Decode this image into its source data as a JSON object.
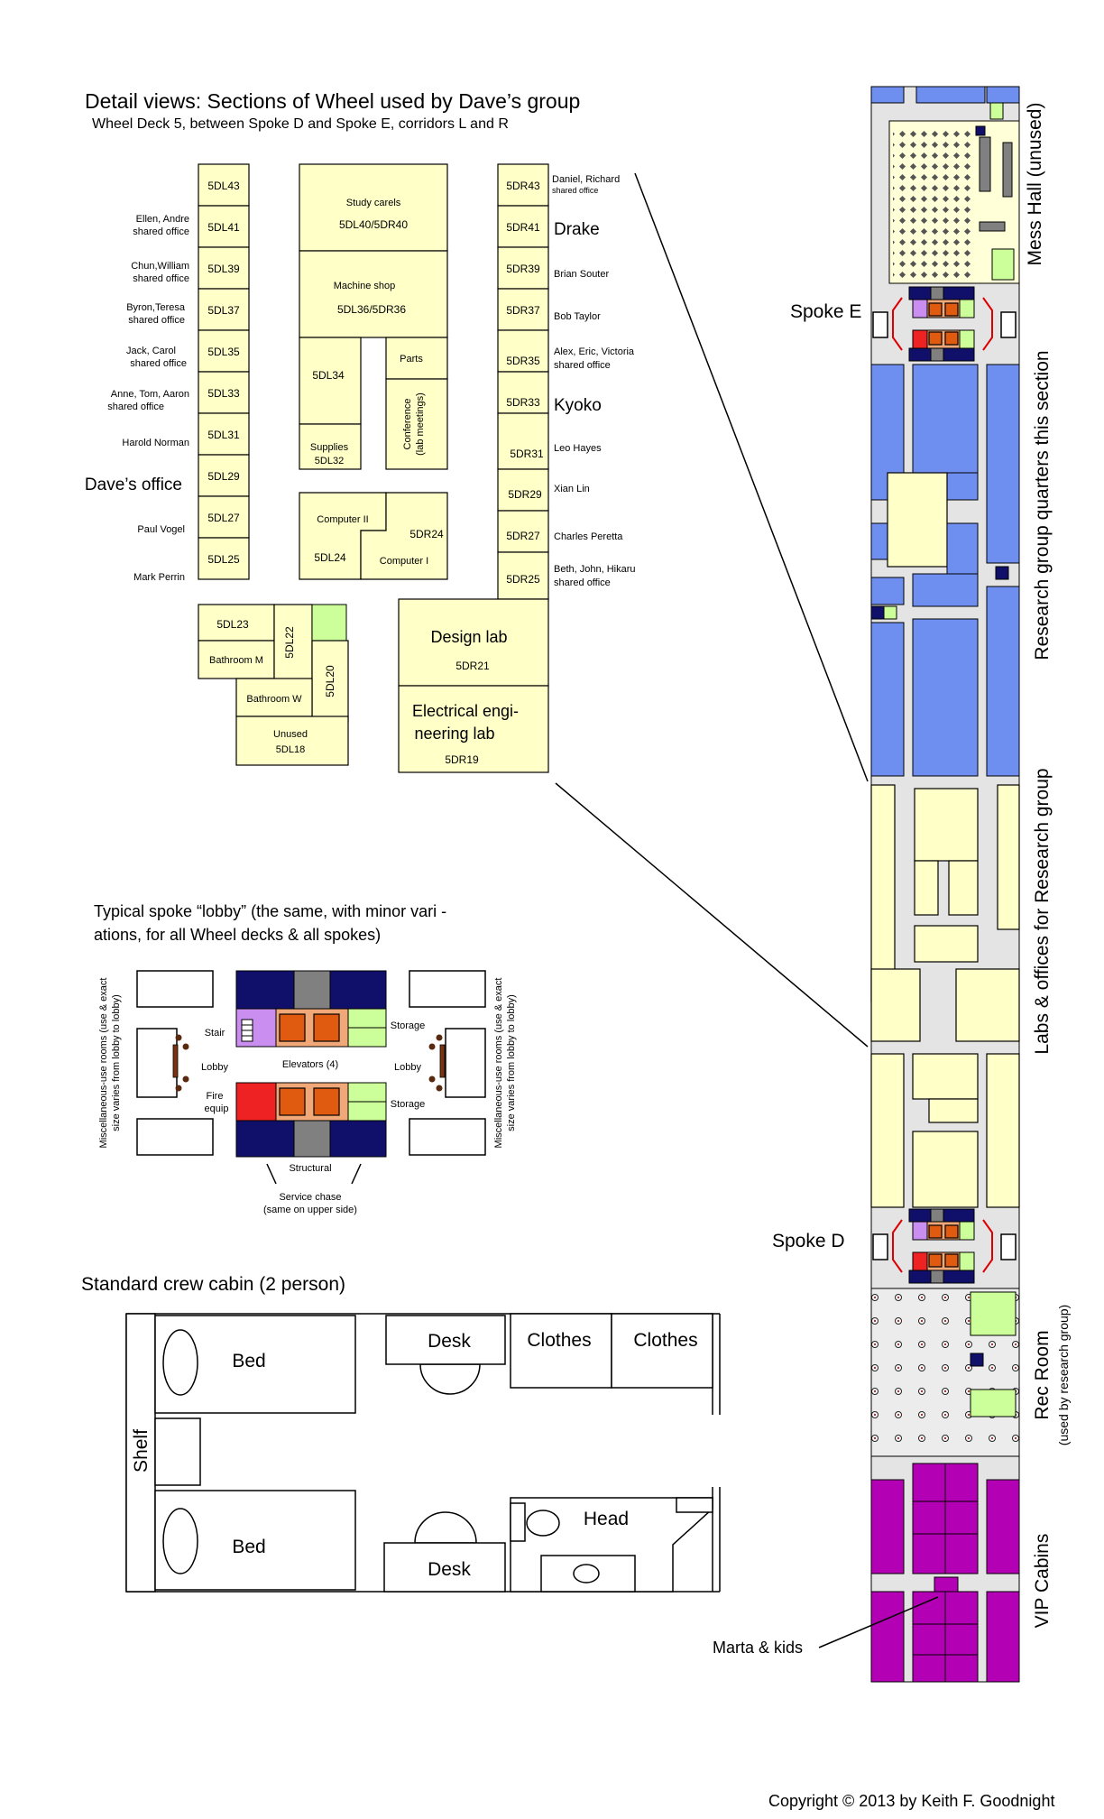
{
  "detail": {
    "title": "Detail views: Sections of Wheel used by Dave’s group",
    "subtitle": "Wheel Deck 5, between Spoke D and Spoke E, corridors L and R",
    "left_rooms": [
      "5DL43",
      "5DL41",
      "5DL39",
      "5DL37",
      "5DL35",
      "5DL33",
      "5DL31",
      "5DL29",
      "5DL27",
      "5DL25"
    ],
    "left_occupants": [
      {
        "l1": "",
        "l2": ""
      },
      {
        "l1": "Ellen, Andre",
        "l2": "shared office"
      },
      {
        "l1": "Chun,William",
        "l2": "shared office"
      },
      {
        "l1": "Byron,Teresa",
        "l2": "shared office"
      },
      {
        "l1": "Jack, Carol",
        "l2": "shared office"
      },
      {
        "l1": "Anne, Tom, Aaron",
        "l2": "shared office"
      },
      {
        "l1": "Harold Norman",
        "l2": ""
      },
      {
        "l1": "Dave’s office",
        "l2": ""
      },
      {
        "l1": "Paul Vogel",
        "l2": ""
      },
      {
        "l1": "Mark Perrin",
        "l2": ""
      }
    ],
    "right_rooms": [
      "5DR43",
      "5DR41",
      "5DR39",
      "5DR37",
      "5DR35",
      "5DR33",
      "5DR31",
      "5DR29",
      "5DR27",
      "5DR25"
    ],
    "right_occupants": [
      {
        "l1": "Daniel, Richard",
        "l2": "shared office"
      },
      {
        "l1": "Drake",
        "l2": ""
      },
      {
        "l1": "Brian Souter",
        "l2": ""
      },
      {
        "l1": "Bob Taylor",
        "l2": ""
      },
      {
        "l1": "Alex, Eric, Victoria",
        "l2": "shared office"
      },
      {
        "l1": "Kyoko",
        "l2": ""
      },
      {
        "l1": "Leo Hayes",
        "l2": ""
      },
      {
        "l1": "Xian Lin",
        "l2": ""
      },
      {
        "l1": "Charles Peretta",
        "l2": ""
      },
      {
        "l1": "Beth, John, Hikaru",
        "l2": "shared office"
      }
    ],
    "study_carels": "Study carels",
    "study_carels_num": "5DL40/5DR40",
    "machine_shop": "Machine shop",
    "machine_shop_num": "5DL36/5DR36",
    "r5DL34": "5DL34",
    "parts": "Parts",
    "conference_l1": "Conference",
    "conference_l2": "(lab meetings)",
    "supplies": "Supplies",
    "supplies_num": "5DL32",
    "computer2": "Computer II",
    "computer1": "Computer I",
    "r5DL24": "5DL24",
    "r5DR24": "5DR24",
    "r5DL23": "5DL23",
    "r5DL22": "5DL22",
    "r5DL20": "5DL20",
    "bathroom_m": "Bathroom M",
    "bathroom_w": "Bathroom W",
    "unused": "Unused",
    "unused_num": "5DL18",
    "design_lab": "Design lab",
    "design_lab_num": "5DR21",
    "elec_l1": "Electrical engi-",
    "elec_l2": "neering lab",
    "elec_num": "5DR19"
  },
  "lobby": {
    "title_l1": "Typical spoke “lobby” (the same, with minor vari  -",
    "title_l2": "ations, for all Wheel decks & all spokes)",
    "stair": "Stair",
    "lobby_left": "Lobby",
    "lobby_right": "Lobby",
    "elevators": "Elevators (4)",
    "fire_l1": "Fire",
    "fire_l2": "equip",
    "storage_top": "Storage",
    "storage_bottom": "Storage",
    "structural": "Structural",
    "service_l1": "Service chase",
    "service_l2": "(same on upper side)",
    "misc_l1": "Miscellaneous-use rooms (use & exact",
    "misc_l2": "size varies from lobby to lobby)"
  },
  "cabin": {
    "title": "Standard crew cabin (2 person)",
    "bed_top": "Bed",
    "bed_bottom": "Bed",
    "desk_top": "Desk",
    "desk_bottom": "Desk",
    "clothes_1": "Clothes",
    "clothes_2": "Clothes",
    "shelf": "Shelf",
    "head": "Head"
  },
  "strip": {
    "mess_hall": "Mess Hall (unused)",
    "spoke_e": "Spoke E",
    "spoke_d": "Spoke D",
    "quarters": "Research group quarters this section",
    "labs": "Labs & offices for Research group",
    "rec_room": "Rec Room",
    "rec_sub": "(used by research group)",
    "vip": "VIP Cabins",
    "marta": "Marta & kids"
  },
  "copyright": "Copyright © 2013 by Keith F. Goodnight",
  "colors": {
    "room": "#ffffc8",
    "quarters": "#6f8ff0",
    "vip": "#b400b4",
    "storage": "#ccff99",
    "structural": "#10106a",
    "elevator": "#e05a10",
    "fire_equip": "#ee2222",
    "stair": "#c98ef0"
  }
}
